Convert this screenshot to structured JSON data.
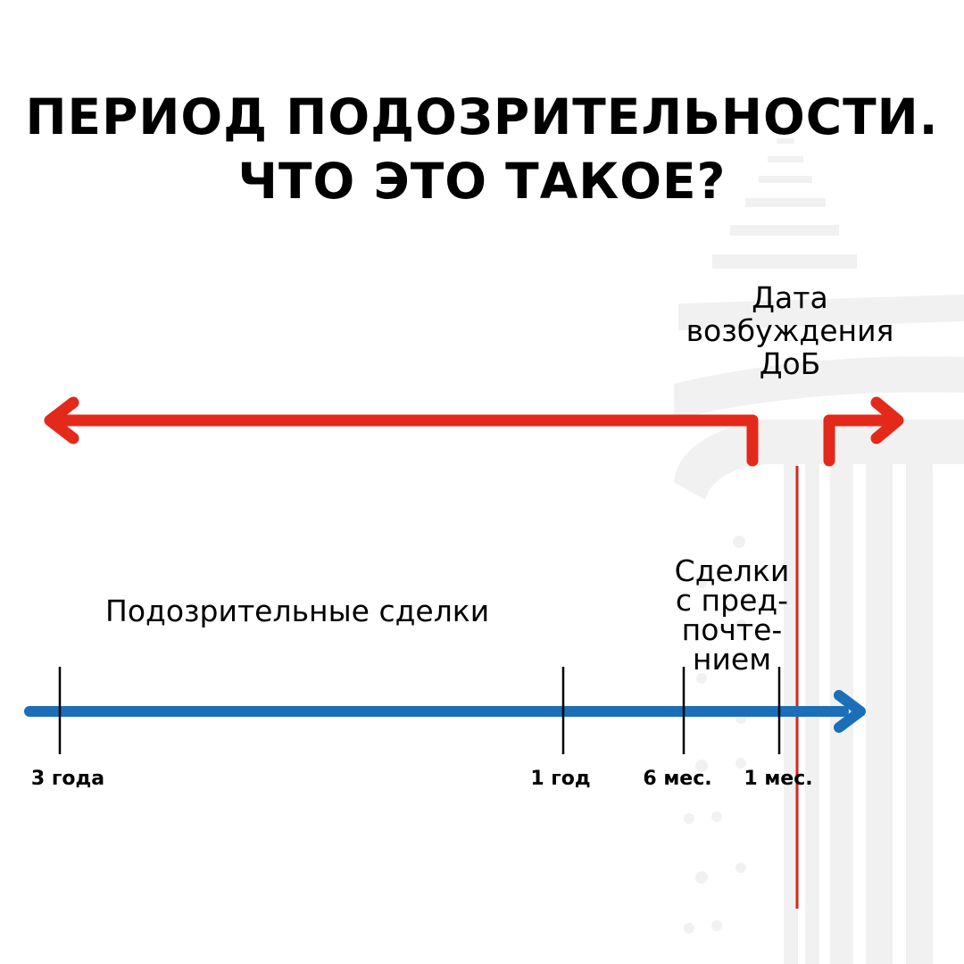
{
  "title": {
    "line1": "ПЕРИОД ПОДОЗРИТЕЛЬНОСТИ.",
    "line2": "ЧТО ЭТО ТАКОЕ?"
  },
  "date_label": [
    "Дата",
    "возбуждения",
    "ДоБ"
  ],
  "suspicious_label": "Подозрительные сделки",
  "preference_label": [
    "Сделки",
    "с пред-",
    "почте-",
    "нием"
  ],
  "timeline_ticks": [
    "3 года",
    "1 год",
    "6 мес.",
    "1 мес."
  ],
  "colors": {
    "red_arrow": "#e3291a",
    "blue_arrow": "#1a6fb8",
    "marker_line": "#d6241b",
    "decoration": "#f1f1f1"
  }
}
